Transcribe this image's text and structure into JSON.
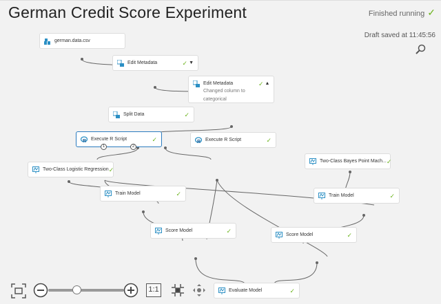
{
  "header": {
    "title": "German Credit Score Experiment",
    "status": "Finished running",
    "draft": "Draft saved at 11:45:56"
  },
  "colors": {
    "accent": "#2a7bbf",
    "success": "#6bb31c",
    "icon": "#2b8fc4"
  },
  "nodes": {
    "dataset": {
      "label": "german.data.csv",
      "icon": "dataset-icon"
    },
    "meta1": {
      "label": "Edit Metadata",
      "icon": "table-icon"
    },
    "meta2": {
      "label": "Edit Metadata",
      "desc": "Changed column to categorical",
      "icon": "table-icon"
    },
    "split": {
      "label": "Split Data",
      "icon": "table-icon"
    },
    "r1": {
      "label": "Execute R Script",
      "icon": "r-icon",
      "ports": [
        "1",
        "2"
      ]
    },
    "r2": {
      "label": "Execute R Script",
      "icon": "r-icon"
    },
    "lr": {
      "label": "Two-Class Logistic Regression",
      "icon": "model-icon"
    },
    "bpm": {
      "label": "Two-Class Bayes Point Mach...",
      "icon": "model-icon"
    },
    "train1": {
      "label": "Train Model",
      "icon": "model-icon"
    },
    "train2": {
      "label": "Train Model",
      "icon": "model-icon"
    },
    "score1": {
      "label": "Score Model",
      "icon": "model-icon"
    },
    "score2": {
      "label": "Score Model",
      "icon": "model-icon"
    },
    "eval": {
      "label": "Evaluate Model",
      "icon": "model-icon"
    }
  },
  "check": "✓",
  "toolbar": {
    "actual_size": "1:1",
    "zoom_level": 0.37
  }
}
